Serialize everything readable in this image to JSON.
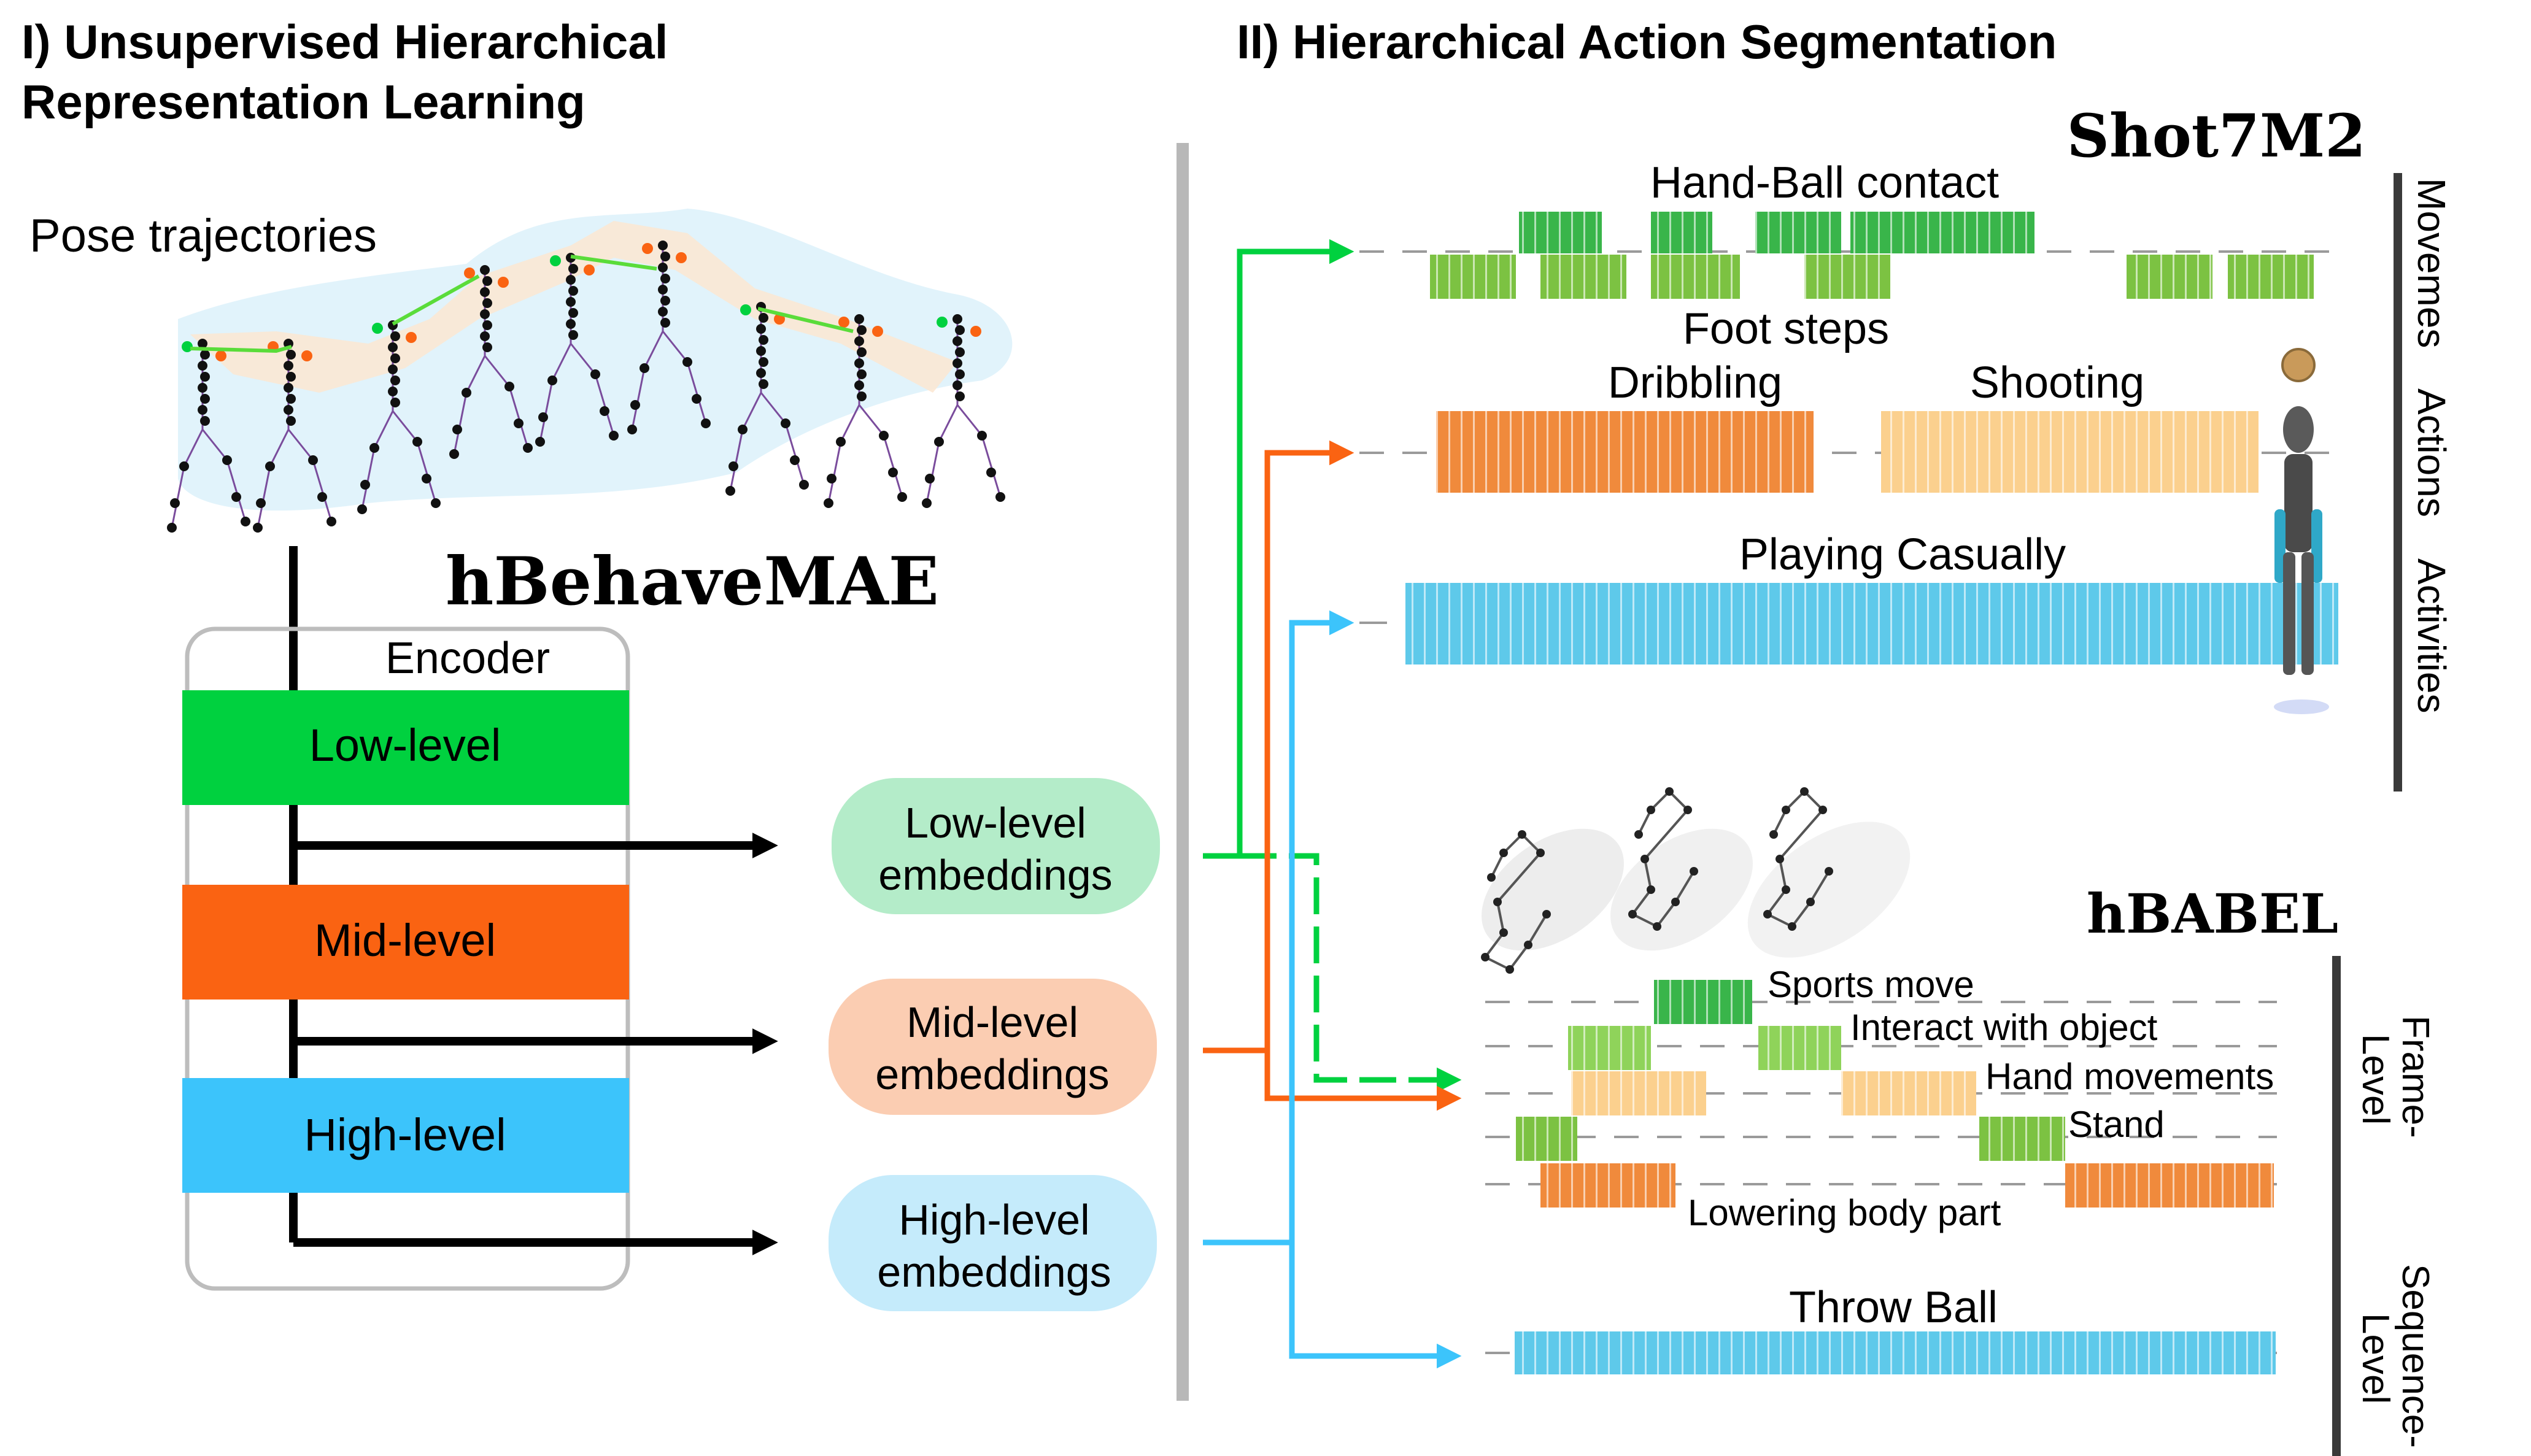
{
  "panel1": {
    "heading_line1": "I) Unsupervised Hierarchical",
    "heading_line2": "Representation Learning",
    "pose_label": "Pose trajectories",
    "model_name": "hBehaveMAE",
    "encoder_label": "Encoder",
    "levels": [
      {
        "name": "Low-level",
        "color": "#00d13f"
      },
      {
        "name": "Mid-level",
        "color": "#fa6312"
      },
      {
        "name": "High-level",
        "color": "#3cc4fb"
      }
    ],
    "embeddings": [
      {
        "line1": "Low-level",
        "line2": "embeddings",
        "color": "#b4ecc9"
      },
      {
        "line1": "Mid-level",
        "line2": "embeddings",
        "color": "#fbcdb2"
      },
      {
        "line1": "High-level",
        "line2": "embeddings",
        "color": "#c5ebfb"
      }
    ]
  },
  "panel2": {
    "heading": "II) Hierarchical Action Segmentation",
    "shot": {
      "title": "Shot7M2",
      "bracket_labels": [
        "Movemes",
        "Actions",
        "Activities"
      ],
      "labels": {
        "hand_ball": "Hand-Ball contact",
        "foot_steps": "Foot steps",
        "dribbling": "Dribbling",
        "shooting": "Shooting",
        "playing": "Playing Casually"
      }
    },
    "babel": {
      "title": "hBABEL",
      "bracket_frame": [
        "Frame-",
        "Level"
      ],
      "bracket_sequence": [
        "Sequence-",
        "Level"
      ],
      "labels": {
        "sports": "Sports move",
        "interact": "Interact with object",
        "hand": "Hand movements",
        "stand": "Stand",
        "lowering": "Lowering body part",
        "throw": "Throw Ball"
      }
    }
  },
  "colors": {
    "low": "#00d13f",
    "mid": "#fa6312",
    "high": "#3cc4fb",
    "seg_green_dark": "#39b54a",
    "seg_green": "#7cc242",
    "seg_green_light": "#8fd35a",
    "seg_orange": "#f08a3c",
    "seg_peach": "#fbd08e",
    "seg_blue": "#5ec9ea"
  }
}
